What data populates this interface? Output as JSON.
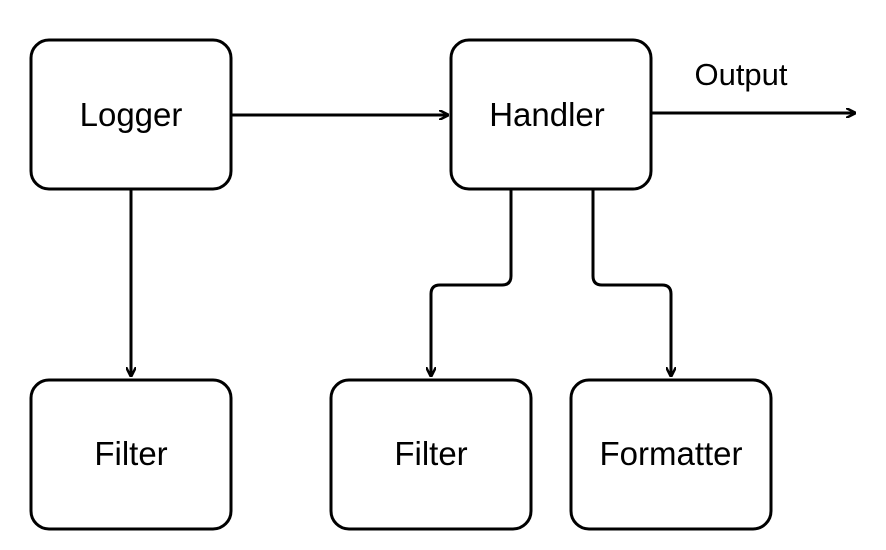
{
  "diagram": {
    "nodes": {
      "logger": "Logger",
      "handler": "Handler",
      "logger_filter": "Filter",
      "handler_filter": "Filter",
      "formatter": "Formatter"
    },
    "edges": {
      "output": "Output"
    }
  }
}
